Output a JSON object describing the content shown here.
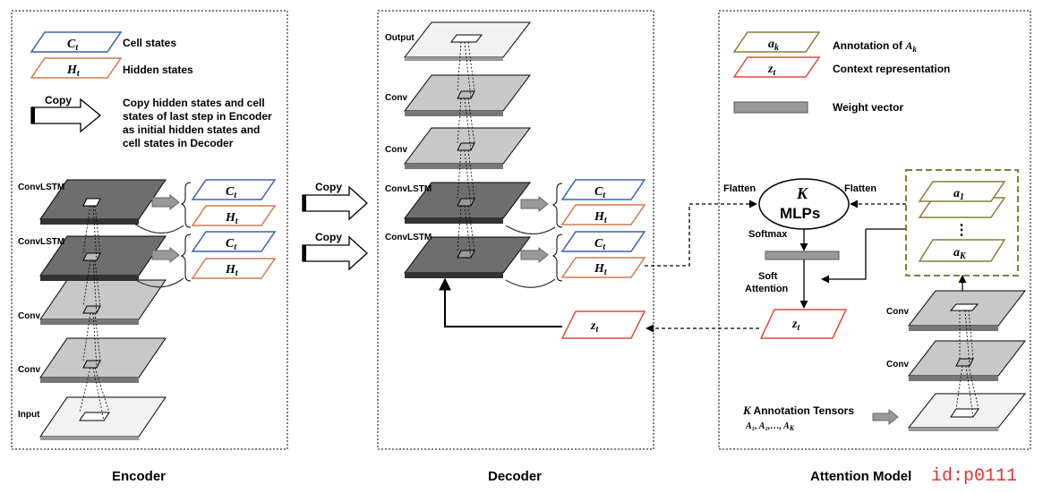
{
  "legend": {
    "cell_state_symbol": "C",
    "cell_state_sub": "t",
    "cell_states": "Cell states",
    "hidden_state_symbol": "H",
    "hidden_state_sub": "t",
    "hidden_states": "Hidden states",
    "copy": "Copy",
    "copy_desc": [
      "Copy hidden states and cell",
      "states of last step in Encoder",
      "as initial hidden states and",
      "cell states in Decoder"
    ]
  },
  "encoder": {
    "title": "Encoder",
    "layers": [
      "ConvLSTM",
      "ConvLSTM",
      "Conv",
      "Conv",
      "Input"
    ]
  },
  "decoder": {
    "title": "Decoder",
    "layers": [
      "Output",
      "Conv",
      "Conv",
      "ConvLSTM",
      "ConvLSTM"
    ],
    "copy_arrows": [
      "Copy",
      "Copy"
    ],
    "z_symbol": "z",
    "z_sub": "t"
  },
  "attention": {
    "title": "Attention Model",
    "annotation_symbol": "a",
    "annotation_sub": "k",
    "annotation_of": "Annotation of ",
    "annotation_of_sym": "A",
    "annotation_of_sub": "k",
    "context_symbol": "z",
    "context_sub": "t",
    "context": "Context representation",
    "weight_vector": "Weight vector",
    "mlp_k": "K",
    "mlp_text": "MLPs",
    "flatten_left": "Flatten",
    "flatten_right": "Flatten",
    "softmax": "Softmax",
    "soft_attention": [
      "Soft",
      "Attention"
    ],
    "a1_symbol": "a",
    "a1_sub": "1",
    "aK_symbol": "a",
    "aK_sub": "K",
    "dots": "⋮",
    "layers": [
      "Conv",
      "Conv"
    ],
    "tensors_k": "K",
    "tensors_label": " Annotation Tensors",
    "tensors_list": "A₁, A₂,…, A",
    "tensors_list_sub": "K"
  },
  "watermark": "id:p0111"
}
